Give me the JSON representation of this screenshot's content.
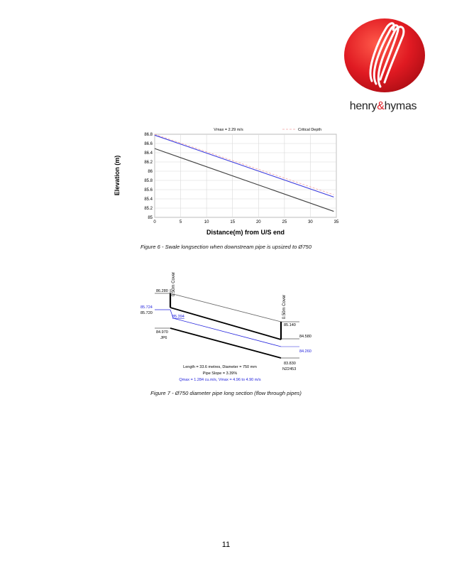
{
  "logo": {
    "brand_name_a": "henry",
    "brand_amp": "&",
    "brand_name_b": "hymas",
    "brand_color": "#e01a22"
  },
  "chart_data": {
    "type": "line",
    "title": "Vmax = 2.29 m/s",
    "xlabel": "Distance(m) from U/S end",
    "ylabel": "Elevation (m)",
    "xlim": [
      0,
      35
    ],
    "ylim": [
      85,
      86.8
    ],
    "x_ticks": [
      "0",
      "5",
      "10",
      "15",
      "20",
      "25",
      "30",
      "35"
    ],
    "y_ticks": [
      "85",
      "85.2",
      "85.4",
      "85.6",
      "85.8",
      "86",
      "86.2",
      "86.4",
      "86.6",
      "86.8"
    ],
    "grid": true,
    "legend_position": "top-right",
    "series": [
      {
        "name": "Critical Depth",
        "x": [
          0,
          34.5
        ],
        "y": [
          86.8,
          85.49
        ],
        "color": "#f4a3a3",
        "dashed": true
      },
      {
        "x": [
          0,
          34.5
        ],
        "y": [
          86.78,
          85.44
        ],
        "color": "#3b3bdd"
      },
      {
        "x": [
          0,
          34.5
        ],
        "y": [
          86.49,
          85.13
        ],
        "color": "#404040"
      }
    ]
  },
  "figure6_caption": "Figure 6 - Swale longsection when downstream pipe is upsized to Ø750",
  "long_section": {
    "upstream": {
      "cover_label": "0.50m Cover",
      "surface_level": "86.280",
      "water_level": "85.724",
      "invert_level": "85.720",
      "hgl_level": "85.394",
      "bottom_level": "84.970",
      "node_id": "JP6"
    },
    "downstream": {
      "cover_label": "0.50m Cover",
      "surface_level": "85.140",
      "invert_level": "84.580",
      "water_level": "84.260",
      "bottom_level": "83.830",
      "node_id": "N22453"
    },
    "pipe_info": {
      "length_diameter": "Length = 33.6 metres,  Diameter = 750 mm",
      "slope": "Pipe Slope = 3.39%",
      "flow": "Qmax = 1.284 cu.m/s,  Vmax = 4.96 to 4.90 m/s"
    },
    "colors": {
      "water": "#2222dd",
      "pipe": "#000000",
      "ground": "#666666"
    }
  },
  "figure7_caption": "Figure 7 - Ø750 diameter pipe long section (flow through pipes)",
  "page_number": "11"
}
